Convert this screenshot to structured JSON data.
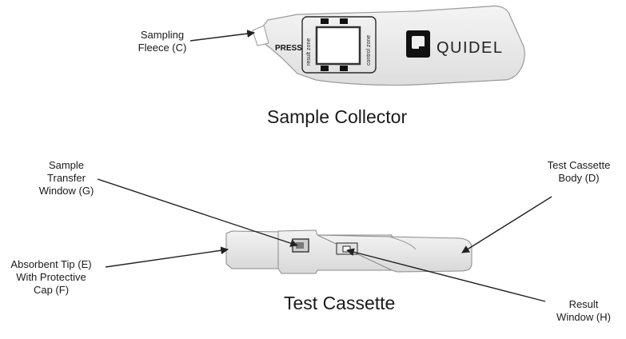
{
  "collector": {
    "title": "Sample Collector",
    "press_text": "PRESS",
    "zone_result": "result zone",
    "zone_control": "control zone",
    "brand": "QUIDEL",
    "label_fleece": [
      "Sampling",
      "Fleece (C)"
    ]
  },
  "cassette": {
    "title": "Test Cassette",
    "label_transfer": [
      "Sample",
      "Transfer",
      "Window (G)"
    ],
    "label_body": [
      "Test Cassette",
      "Body (D)"
    ],
    "label_tip": [
      "Absorbent Tip (E)",
      "With Protective",
      "Cap (F)"
    ],
    "label_result": [
      "Result",
      "Window (H)"
    ]
  },
  "colors": {
    "ink": "#1a1a1a",
    "line": "#222222",
    "device_fill": "#ececec",
    "device_edge": "#8a8a8a"
  }
}
